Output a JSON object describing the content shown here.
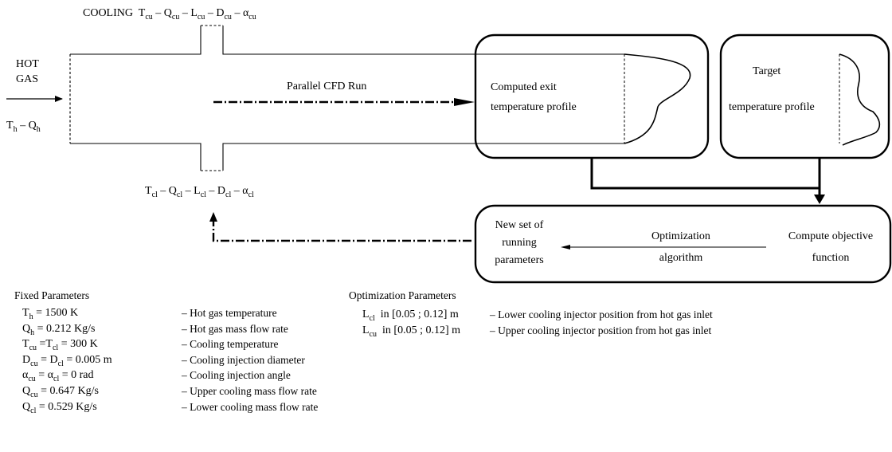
{
  "labels": {
    "hot_gas_1": "HOT",
    "hot_gas_2": "GAS",
    "hot_T": "T",
    "hot_T_sub": "h",
    "hot_dash": " – ",
    "hot_Q": "Q",
    "hot_Q_sub": "h",
    "cooling_word": "COOLING",
    "parallel_cfd": "Parallel CFD Run",
    "computed_1": "Computed exit",
    "computed_2": "temperature profile",
    "target_1": "Target",
    "target_2": "temperature profile",
    "new_set_1": "New set of",
    "new_set_2": "running",
    "new_set_3": "parameters",
    "opt_1": "Optimization",
    "opt_2": "algorithm",
    "obj_1": "Compute objective",
    "obj_2": "function"
  },
  "upper_cooling": {
    "T": "T",
    "T_sub": "cu",
    "Q": "Q",
    "Q_sub": "cu",
    "L": "L",
    "L_sub": "cu",
    "D": "D",
    "D_sub": "cu",
    "A": "α",
    "A_sub": "cu",
    "sep": " – "
  },
  "lower_cooling": {
    "T": "T",
    "T_sub": "cl",
    "Q": "Q",
    "Q_sub": "cl",
    "L": "L",
    "L_sub": "cl",
    "D": "D",
    "D_sub": "cl",
    "A": "α",
    "A_sub": "cl",
    "sep": " – "
  },
  "fixed": {
    "heading": "Fixed Parameters",
    "rows": [
      {
        "pre": "T",
        "sub": "h",
        "post": " = 1500 K",
        "desc": "– Hot gas temperature"
      },
      {
        "pre": "Q",
        "sub": "h",
        "post": " = 0.212 Kg/s",
        "desc": "– Hot gas mass flow rate"
      },
      {
        "pre": "T",
        "sub": "cu",
        "mid": " =T",
        "sub2": "cl",
        "post": " = 300 K",
        "desc": "– Cooling temperature"
      },
      {
        "pre": "D",
        "sub": "cu",
        "mid": " = D",
        "sub2": "cl",
        "post": " = 0.005 m",
        "desc": "– Cooling injection diameter"
      },
      {
        "pre": "α",
        "sub": "cu",
        "mid": " = α",
        "sub2": "cl",
        "post": " = 0 rad",
        "desc": "– Cooling injection angle"
      },
      {
        "pre": "Q",
        "sub": "cu",
        "post": " = 0.647 Kg/s",
        "desc": "– Upper cooling mass flow rate"
      },
      {
        "pre": "Q",
        "sub": "cl",
        "post": " = 0.529 Kg/s",
        "desc": "– Lower cooling mass flow rate"
      }
    ]
  },
  "optimization": {
    "heading": "Optimization Parameters",
    "rows": [
      {
        "pre": "L",
        "sub": "cl",
        "post": "  in [0.05 ; 0.12] m",
        "desc": "– Lower cooling injector position from hot gas inlet"
      },
      {
        "pre": "L",
        "sub": "cu",
        "post": "  in [0.05 ; 0.12] m",
        "desc": "– Upper cooling injector position from hot gas inlet"
      }
    ]
  }
}
